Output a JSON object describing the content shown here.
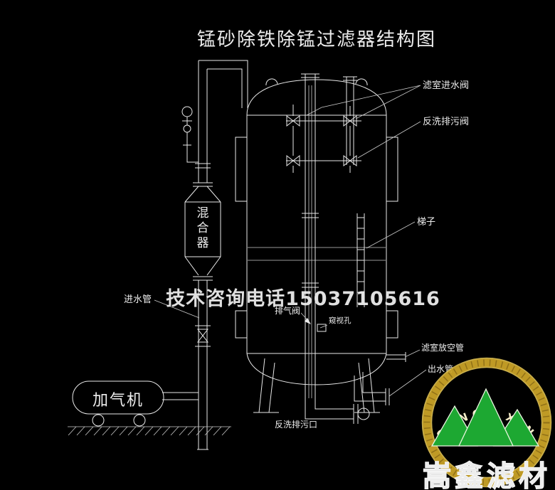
{
  "title": "锰砂除铁除锰过滤器结构图",
  "watermark": "技术咨询电话15037105616",
  "labels": {
    "filter_inlet_valve": "滤室进水阀",
    "backwash_drain_valve": "反洗排污阀",
    "ladder": "梯子",
    "exhaust_valve": "排气阀",
    "sight_hole": "窥视孔",
    "chamber_vent_pipe": "滤室放空管",
    "outlet_pipe": "出水管",
    "backwash_drain_port": "反洗排污口",
    "inlet_pipe": "进水管",
    "aerator": "加气机",
    "mixer_chars": [
      "混",
      "合",
      "器"
    ]
  },
  "logo": {
    "brand_en": "SONG XIN",
    "brand_cn": "嵩鑫滤材"
  },
  "colors": {
    "line_white": "#e9e9e9",
    "watermark_blue": "#3939bb",
    "logo_gold": "#c9a227",
    "logo_green": "#1da832",
    "brand_green": "#18a12b",
    "background": "#000000"
  }
}
